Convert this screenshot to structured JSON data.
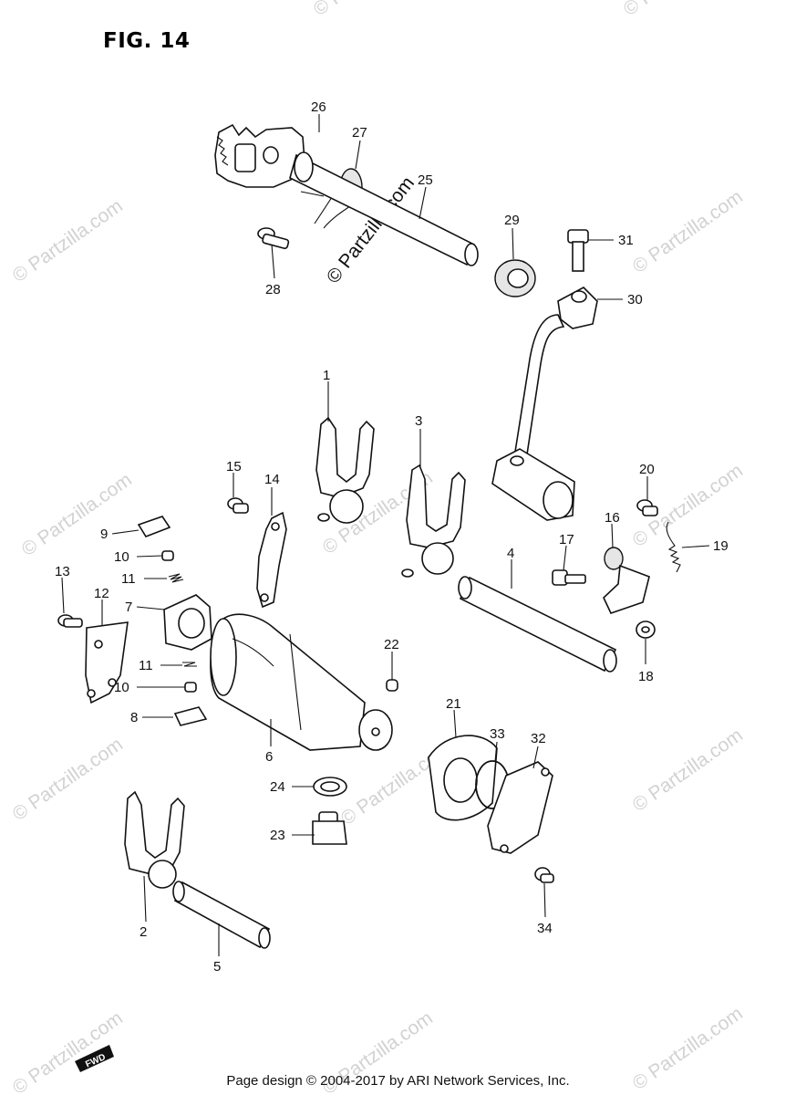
{
  "figure": {
    "title": "FIG. 14",
    "stamp": "© Partzilla.com",
    "watermark": "© Partzilla.com",
    "fwd_label": "FWD",
    "footer": "Page design © 2004-2017 by ARI Network Services, Inc."
  },
  "callouts": [
    "1",
    "2",
    "3",
    "4",
    "5",
    "6",
    "7",
    "8",
    "9",
    "10",
    "10",
    "11",
    "11",
    "12",
    "13",
    "14",
    "15",
    "16",
    "17",
    "18",
    "19",
    "20",
    "21",
    "22",
    "23",
    "24",
    "25",
    "26",
    "27",
    "28",
    "29",
    "30",
    "31",
    "32",
    "33",
    "34"
  ],
  "parts": [
    "shift-fork-1",
    "shift-fork-2",
    "shift-fork-3",
    "fork-shaft-4",
    "fork-shaft-5",
    "shift-cam-6",
    "cam-driven-gear-7",
    "pawl-8",
    "pawl-9",
    "pin-10",
    "spring-11",
    "pawl-guide-12",
    "screw-13",
    "cam-stopper-plate-14",
    "bolt-15",
    "cam-stopper-16",
    "bolt-17",
    "washer-18",
    "spring-19",
    "bolt-20",
    "cam-stopper-plate-21",
    "pin-22",
    "neutral-switch-23",
    "gasket-24",
    "shift-shaft-25",
    "shift-arm-26",
    "return-spring-27",
    "spring-stopper-bolt-28",
    "oil-seal-29",
    "gear-shift-lever-30",
    "bolt-31",
    "cover-32",
    "o-ring-33",
    "screw-34"
  ]
}
